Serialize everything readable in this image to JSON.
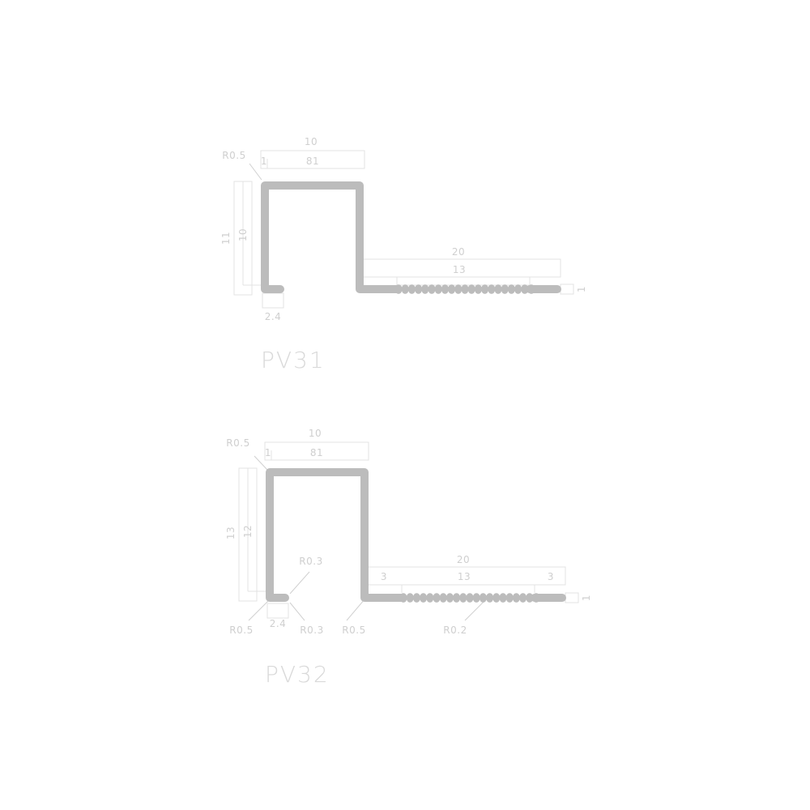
{
  "colors": {
    "profile": "#bcbcbc",
    "dimension_line": "#e3e3e3",
    "dimension_text": "#cfcfcf",
    "title_text": "#d9d9d9",
    "background": "#ffffff"
  },
  "pv31": {
    "title": "PV31",
    "top_width": "10",
    "lip": "1",
    "inner_width": "81",
    "corner_radius": "R0.5",
    "outer_height": "11",
    "inner_height": "10",
    "foot": "2.4",
    "flange_length": "20",
    "knurl_length": "13",
    "thickness": "1"
  },
  "pv32": {
    "title": "PV32",
    "top_width": "10",
    "lip": "1",
    "inner_width": "81",
    "corner_radius_top": "R0.5",
    "outer_height": "13",
    "inner_height": "12",
    "inner_radius_top": "R0.3",
    "inner_radius_bottom": "R0.3",
    "foot": "2.4",
    "corner_radius_bottom": "R0.5",
    "corner_radius_flange": "R0.5",
    "flange_length": "20",
    "flange_start": "3",
    "knurl_length": "13",
    "flange_end": "3",
    "knurl_radius": "R0.2",
    "thickness": "1"
  }
}
